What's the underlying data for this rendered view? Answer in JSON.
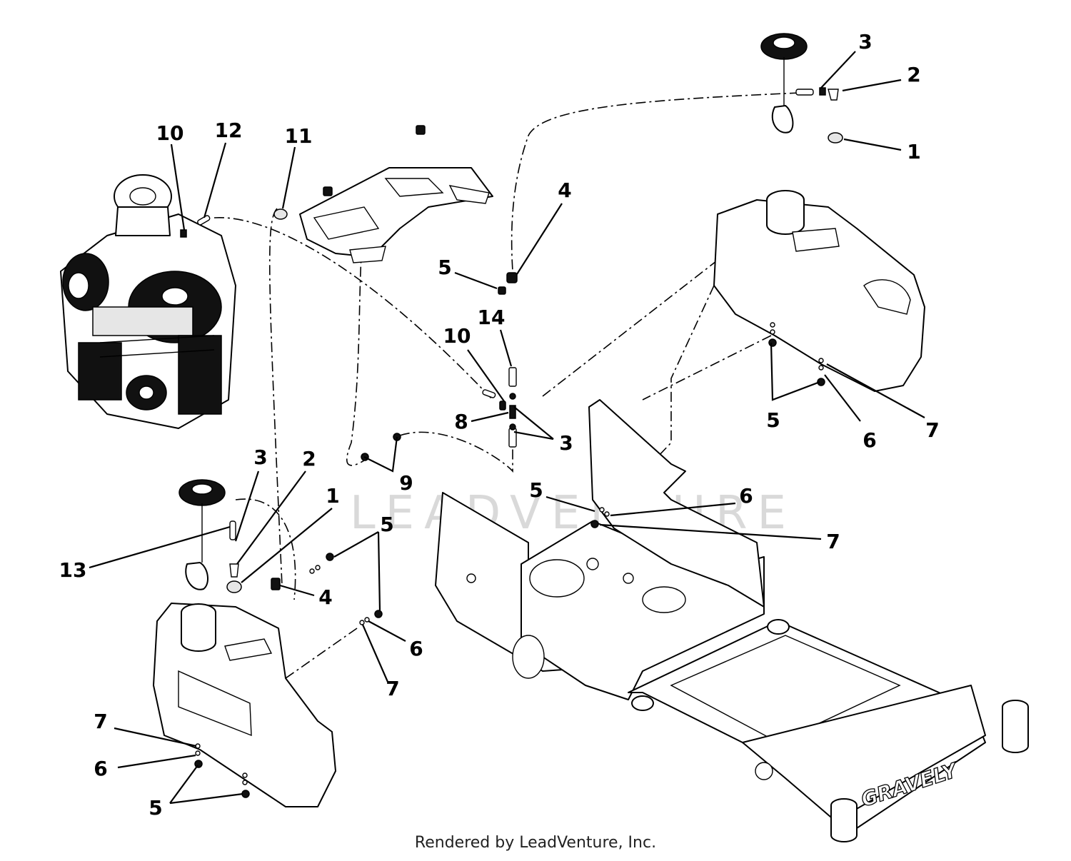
{
  "diagram": {
    "brand_text": "GRAVELY",
    "watermark_text": "LEADVENTURE",
    "credit_text": "Rendered by LeadVenture, Inc.",
    "callouts": [
      {
        "id": "c-top-3",
        "text": "3"
      },
      {
        "id": "c-top-2",
        "text": "2"
      },
      {
        "id": "c-top-1",
        "text": "1"
      },
      {
        "id": "c-eng-10",
        "text": "10"
      },
      {
        "id": "c-eng-12",
        "text": "12"
      },
      {
        "id": "c-11",
        "text": "11"
      },
      {
        "id": "c-4a",
        "text": "4"
      },
      {
        "id": "c-5a",
        "text": "5"
      },
      {
        "id": "c-14",
        "text": "14"
      },
      {
        "id": "c-10b",
        "text": "10"
      },
      {
        "id": "c-8",
        "text": "8"
      },
      {
        "id": "c-3b",
        "text": "3"
      },
      {
        "id": "c-9",
        "text": "9"
      },
      {
        "id": "c-rt-5",
        "text": "5"
      },
      {
        "id": "c-rt-6",
        "text": "6"
      },
      {
        "id": "c-rt-7",
        "text": "7"
      },
      {
        "id": "c-fr-5",
        "text": "5"
      },
      {
        "id": "c-fr-6",
        "text": "6"
      },
      {
        "id": "c-fr-7",
        "text": "7"
      },
      {
        "id": "c-lf-3",
        "text": "3"
      },
      {
        "id": "c-lf-2",
        "text": "2"
      },
      {
        "id": "c-lf-1",
        "text": "1"
      },
      {
        "id": "c-lf-5",
        "text": "5"
      },
      {
        "id": "c-lf-13",
        "text": "13"
      },
      {
        "id": "c-lf-4",
        "text": "4"
      },
      {
        "id": "c-lf-6",
        "text": "6"
      },
      {
        "id": "c-lf-7",
        "text": "7"
      },
      {
        "id": "c-bl-7",
        "text": "7"
      },
      {
        "id": "c-bl-6",
        "text": "6"
      },
      {
        "id": "c-bl-5",
        "text": "5"
      }
    ]
  }
}
